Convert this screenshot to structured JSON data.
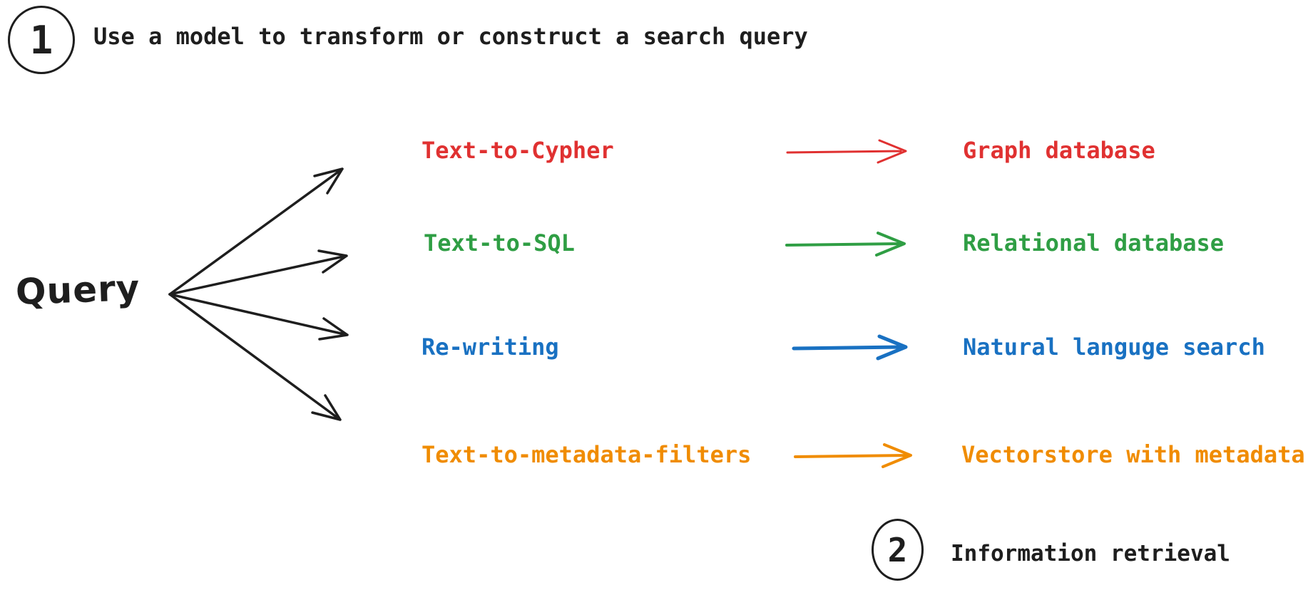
{
  "colors": {
    "ink": "#1e1e1e",
    "red": "#e03131",
    "green": "#2f9e44",
    "blue": "#1971c2",
    "orange": "#f08c00"
  },
  "step1": {
    "number": "1",
    "label": "Use a model to transform or construct a search query"
  },
  "step2": {
    "number": "2",
    "label": "Information retrieval"
  },
  "query_node": {
    "label": "Query"
  },
  "rows": [
    {
      "method": "Text-to-Cypher",
      "target": "Graph database",
      "color": "#e03131",
      "color_name": "red"
    },
    {
      "method": "Text-to-SQL",
      "target": "Relational database",
      "color": "#2f9e44",
      "color_name": "green"
    },
    {
      "method": "Re-writing",
      "target": "Natural languge search",
      "color": "#1971c2",
      "color_name": "blue"
    },
    {
      "method": "Text-to-metadata-filters",
      "target": "Vectorstore with metadata",
      "color": "#f08c00",
      "color_name": "orange"
    }
  ]
}
